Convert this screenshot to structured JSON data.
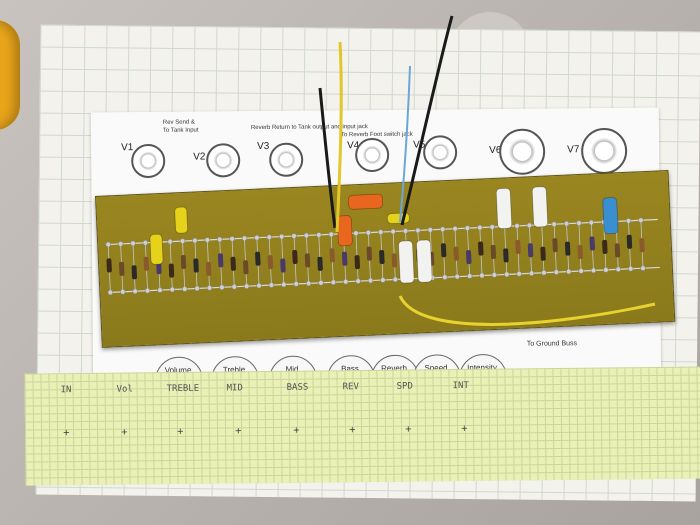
{
  "scene": {
    "caption_tubes": [
      "V1",
      "V2",
      "V3",
      "V4",
      "V5",
      "V6",
      "V7"
    ],
    "sheet_notes": [
      "Rev Send &",
      "To Tank Input",
      "Reverb Return to Tank output and input jack",
      "To Reverb Foot switch jack"
    ],
    "pot_labels": [
      "Volume",
      "Treble",
      "Mid",
      "Bass",
      "Reverb",
      "Speed",
      "Intensity"
    ],
    "ground_note": "To Ground Buss",
    "strip_labels": [
      "IN",
      "Vol",
      "TREBLE",
      "MID",
      "BASS",
      "REV",
      "SPD",
      "INT"
    ]
  }
}
